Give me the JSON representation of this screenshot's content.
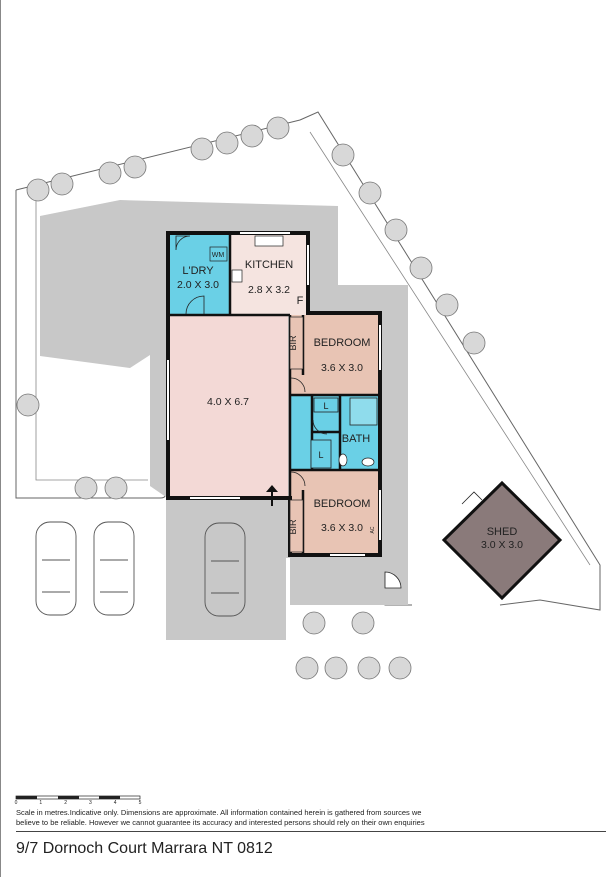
{
  "plan": {
    "rooms": {
      "laundry": {
        "label": "L'DRY",
        "dims": "2.0 X 3.0",
        "appliance": "WM"
      },
      "kitchen": {
        "label": "KITCHEN",
        "dims": "2.8 X 3.2",
        "fridge": "F"
      },
      "living": {
        "dims": "4.0 X 6.7"
      },
      "bedroom1": {
        "label": "BEDROOM",
        "dims": "3.6 X 3.0",
        "robe": "BIR"
      },
      "bath": {
        "label": "BATH"
      },
      "linen_upper": {
        "label": "L"
      },
      "linen_lower": {
        "label": "L"
      },
      "bedroom2": {
        "label": "BEDROOM",
        "dims": "3.6 X 3.0",
        "robe": "BIR",
        "unit": "AC"
      },
      "shed": {
        "label": "SHED",
        "dims": "3.0 X 3.0"
      }
    },
    "colors": {
      "wall": "#111111",
      "paving": "#c8c8c8",
      "living": "#f3d9d6",
      "kitchen": "#f5e4e0",
      "bedroom": "#e8c4b4",
      "wet_area": "#6ad0e6",
      "shed": "#8a7a7a",
      "tree": "#bdbdbd"
    },
    "scale_ticks": [
      "0",
      "1",
      "2",
      "3",
      "4",
      "5"
    ]
  },
  "footer": {
    "disclaimer_line1": "Scale in metres.Indicative only. Dimensions are approximate. All information contained herein is gathered from sources we",
    "disclaimer_line2": "believe to be reliable. However we cannot guarantee its accuracy and interested persons should rely on their own enquiries",
    "address": "9/7 Dornoch Court Marrara NT 0812"
  }
}
